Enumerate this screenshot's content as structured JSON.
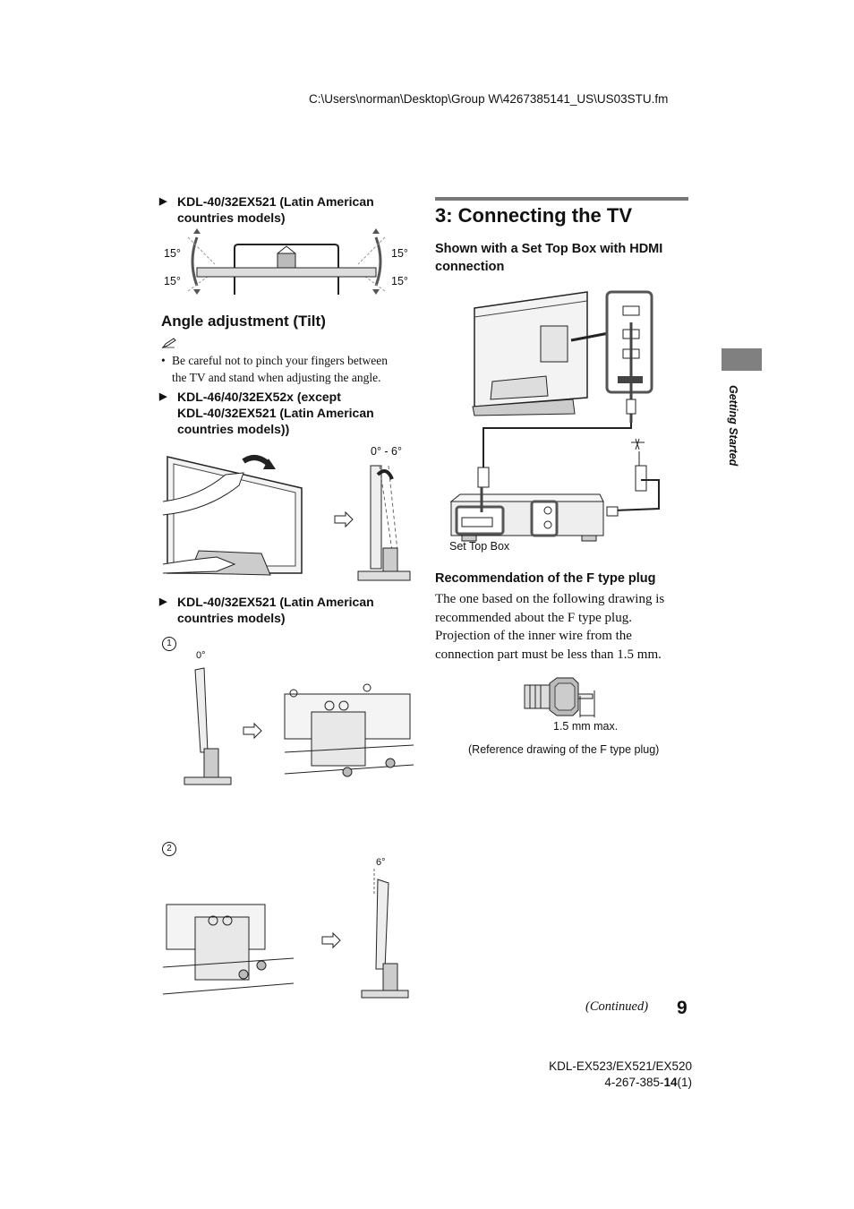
{
  "header": {
    "file_path": "C:\\Users\\norman\\Desktop\\Group W\\4267385141_US\\US03STU.fm"
  },
  "left": {
    "model1": {
      "line1": "KDL-40/32EX521 (Latin American",
      "line2": "countries models)"
    },
    "swivel_angles": {
      "tl": "15°",
      "tr": "15°",
      "bl": "15°",
      "br": "15°"
    },
    "tilt_heading": "Angle adjustment (Tilt)",
    "note_icon": "pencil-note-icon",
    "note_line1": "Be careful not to pinch your fingers between",
    "note_line2": "the TV and stand when adjusting the angle.",
    "model2": {
      "line1": "KDL-46/40/32EX52x (except",
      "line2": "KDL-40/32EX521 (Latin American",
      "line3": "countries models))"
    },
    "tilt_range": "0° - 6°",
    "model3": {
      "line1": "KDL-40/32EX521 (Latin American",
      "line2": "countries models)"
    },
    "step1": {
      "number": "1",
      "angle": "0°"
    },
    "step2": {
      "number": "2",
      "angle": "6°"
    }
  },
  "right": {
    "title": "3: Connecting the TV",
    "subtitle_line1": "Shown with a Set Top Box with HDMI",
    "subtitle_line2": "connection",
    "stb_label": "Set Top Box",
    "ftype_heading": "Recommendation of the F type plug",
    "ftype_text": [
      "The one based on the following drawing is",
      "recommended about the F type plug.",
      "Projection of the inner wire from the",
      "connection part must be less than 1.5 mm."
    ],
    "max_label": "1.5 mm max.",
    "ref_caption": "(Reference drawing of the F type plug)"
  },
  "side": {
    "label": "Getting Started"
  },
  "footer": {
    "continued": "(Continued)",
    "page_number": "9",
    "models": "KDL-EX523/EX521/EX520",
    "code_prefix": "4-267-385-",
    "code_bold": "14",
    "code_suffix": "(1)"
  }
}
